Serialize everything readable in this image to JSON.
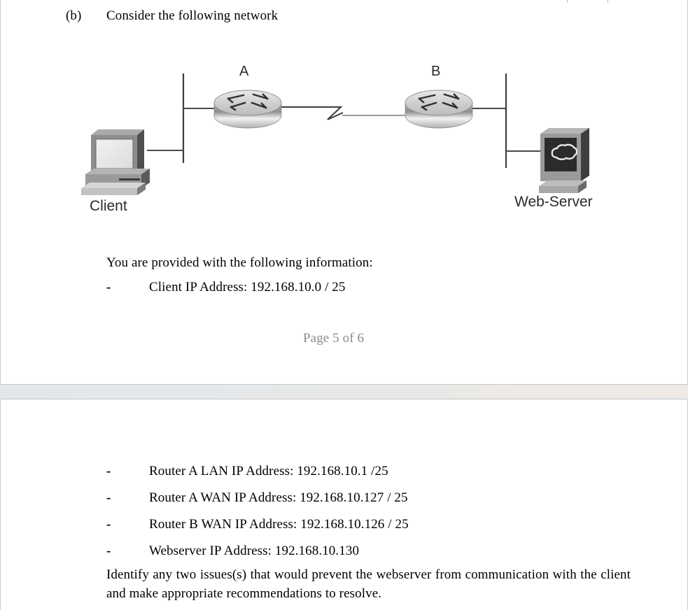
{
  "document": {
    "question_label": "(b)",
    "question_text": "Consider the following network",
    "page_number_text": "Page 5 of 6"
  },
  "diagram": {
    "title": "network-topology",
    "nodes": [
      {
        "id": "client",
        "label": "Client",
        "type": "workstation"
      },
      {
        "id": "router-a",
        "label": "A",
        "type": "router"
      },
      {
        "id": "router-b",
        "label": "B",
        "type": "router"
      },
      {
        "id": "web-server",
        "label": "Web-Server",
        "type": "server"
      }
    ],
    "links": [
      {
        "from": "client",
        "to": "router-a",
        "style": "ethernet"
      },
      {
        "from": "router-a",
        "to": "router-b",
        "style": "serial-wan"
      },
      {
        "from": "router-b",
        "to": "web-server",
        "style": "ethernet"
      }
    ]
  },
  "content": {
    "intro": "You are provided with the following information:",
    "bullet_marker": "-",
    "bullets_page_one": [
      "Client IP Address: 192.168.10.0 / 25"
    ],
    "bullets_page_two": [
      "Router A LAN IP Address: 192.168.10.1 /25",
      "Router A WAN IP Address: 192.168.10.127 / 25",
      "Router B WAN IP Address: 192.168.10.126 / 25",
      "Webserver IP Address: 192.168.10.130"
    ],
    "closing_paragraph": "Identify any two issues(s) that would prevent the webserver from communication with the client and make appropriate recommendations to resolve."
  },
  "colors": {
    "page_background": "#ffffff",
    "page_border": "#c9cdd1",
    "gap_left": "#e2e7eb",
    "gap_right": "#efeae6",
    "text": "#000000",
    "page_number_text": "#8c8c8c",
    "diagram_line": "#4a4a4a"
  }
}
